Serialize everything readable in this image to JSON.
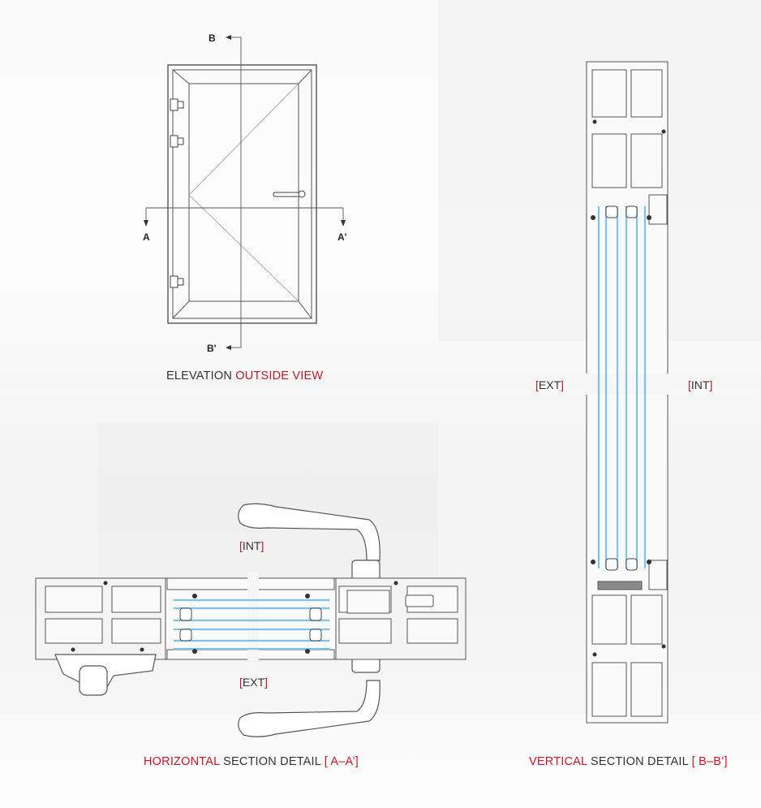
{
  "colors": {
    "accent_red": "#c0192b",
    "glass_blue": "#7ec3ea",
    "line_gray": "#555555"
  },
  "elevation": {
    "caption_main": "ELEVATION ",
    "caption_accent": "OUTSIDE VIEW",
    "markers": {
      "a": "A",
      "a_prime": "A'",
      "b": "B",
      "b_prime": "B'"
    }
  },
  "horizontal_section": {
    "int_open": "[",
    "int_text": "INT",
    "int_close": "]",
    "ext_open": "[",
    "ext_text": "EXT",
    "ext_close": "]",
    "caption_accent": "HORIZONTAL",
    "caption_main": " SECTION DETAIL ",
    "caption_ref": "[ A–A’]"
  },
  "vertical_section": {
    "ext_open": "[",
    "ext_text": "EXT",
    "ext_close": "]",
    "int_open": "[",
    "int_text": "INT",
    "int_close": "]",
    "caption_accent": "VERTICAL",
    "caption_main": " SECTION DETAIL ",
    "caption_ref": "[ B–B’]"
  }
}
